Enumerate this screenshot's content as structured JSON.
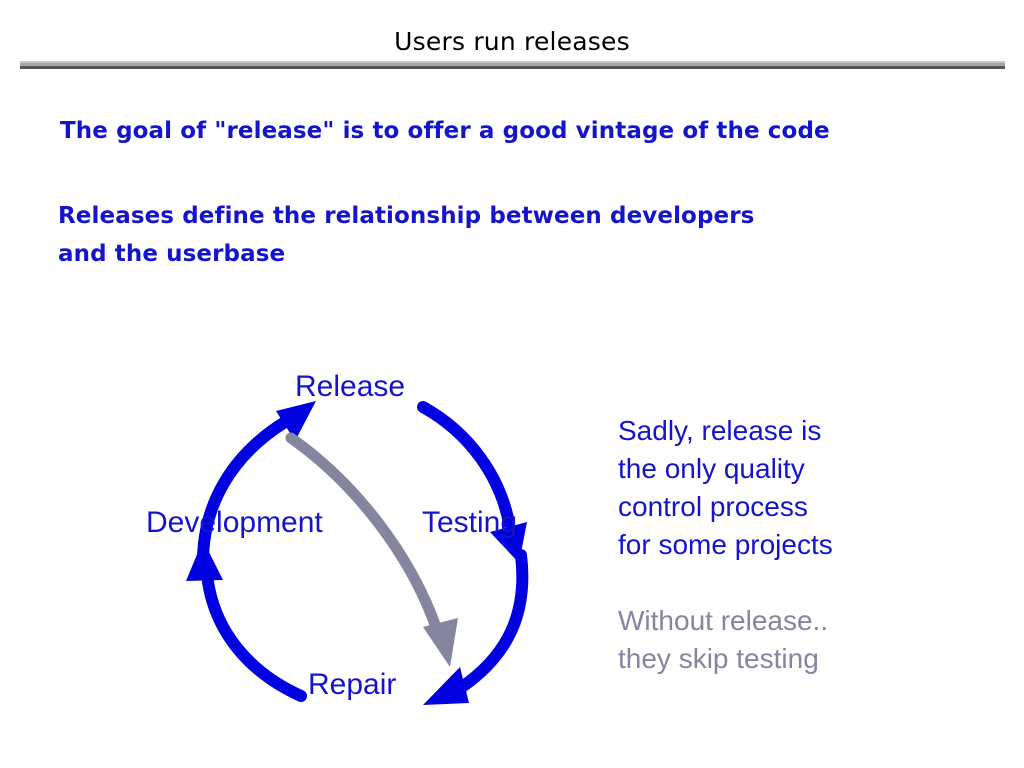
{
  "slide": {
    "title": "Users run releases",
    "title_color": "#000000",
    "accent_blue": "#1414cc",
    "accent_gray": "#8585a0",
    "background": "#ffffff"
  },
  "body": {
    "bullet_1": "The goal of \"release\" is to offer a good vintage of the code",
    "bullet_2_line_1": "Releases define the relationship between developers",
    "bullet_2_line_2": "and the userbase"
  },
  "diagram": {
    "type": "cycle",
    "nodes": [
      {
        "id": "release",
        "label": "Release"
      },
      {
        "id": "development",
        "label": "Development"
      },
      {
        "id": "testing",
        "label": "Testing"
      },
      {
        "id": "repair",
        "label": "Repair"
      }
    ],
    "edges": [
      {
        "from": "development",
        "to": "release",
        "color": "#0000e0",
        "style": "thick-arc"
      },
      {
        "from": "release",
        "to": "testing",
        "color": "#0000e0",
        "style": "thick-arc"
      },
      {
        "from": "testing",
        "to": "repair",
        "color": "#0000e0",
        "style": "thick-arc"
      },
      {
        "from": "repair",
        "to": "development",
        "color": "#0000e0",
        "style": "thick-arc"
      },
      {
        "from": "release",
        "to": "repair",
        "color": "#8585a0",
        "style": "shortcut-arc"
      }
    ]
  },
  "notes": {
    "blue": {
      "line_1": "Sadly, release is",
      "line_2": "the only quality",
      "line_3": "control process",
      "line_4": "for some projects"
    },
    "gray": {
      "line_1": "Without release..",
      "line_2": "they skip testing"
    }
  }
}
